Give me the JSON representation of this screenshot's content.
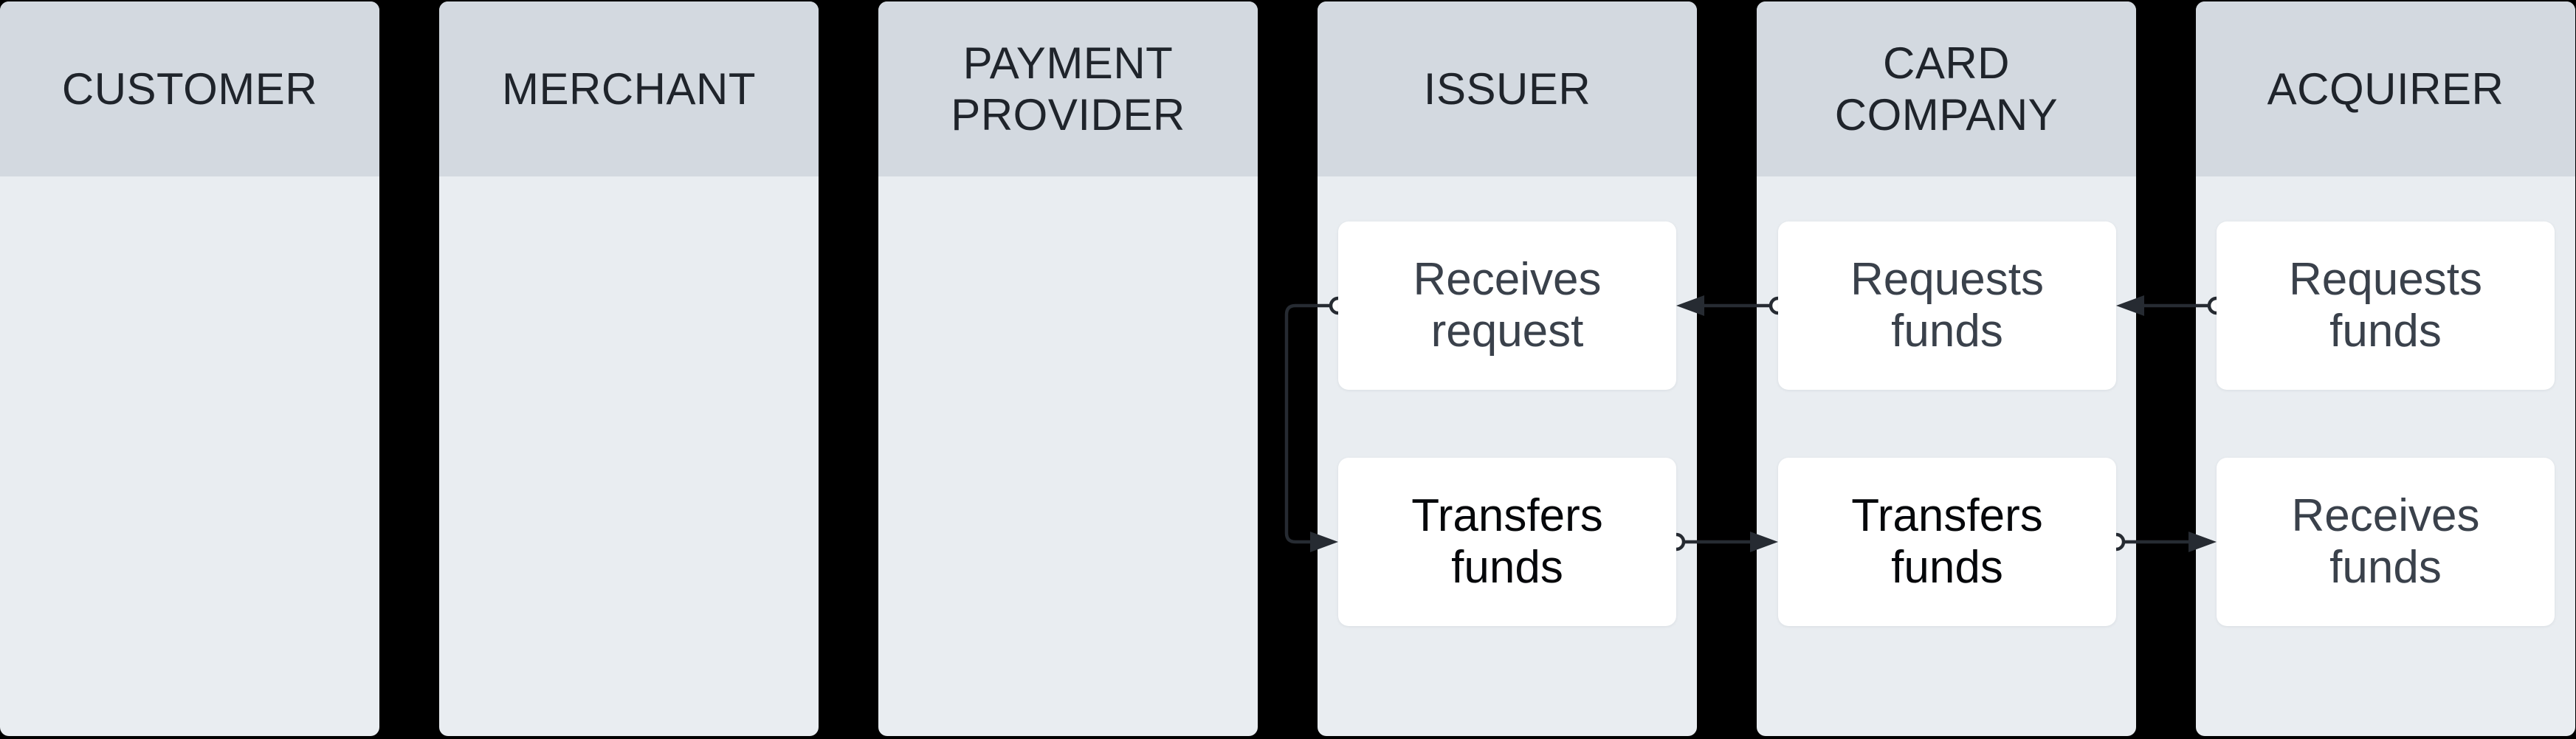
{
  "diagram": {
    "type": "swimlane-flow",
    "lanes": [
      {
        "id": "customer",
        "title": "CUSTOMER",
        "boxes": []
      },
      {
        "id": "merchant",
        "title": "MERCHANT",
        "boxes": []
      },
      {
        "id": "payment-provider",
        "title": "PAYMENT PROVIDER",
        "boxes": []
      },
      {
        "id": "issuer",
        "title": "ISSUER",
        "boxes": [
          {
            "label": "Receives request",
            "emphasized": false
          },
          {
            "label": "Transfers funds",
            "emphasized": true
          }
        ]
      },
      {
        "id": "card-company",
        "title": "CARD COMPANY",
        "boxes": [
          {
            "label": "Requests funds",
            "emphasized": false
          },
          {
            "label": "Transfers funds",
            "emphasized": true
          }
        ]
      },
      {
        "id": "acquirer",
        "title": "ACQUIRER",
        "boxes": [
          {
            "label": "Requests funds",
            "emphasized": false
          },
          {
            "label": "Receives funds",
            "emphasized": false
          }
        ]
      }
    ],
    "connections": [
      {
        "from": "issuer / Receives request",
        "to": "issuer / Transfers funds",
        "shape": "elbow-left"
      },
      {
        "from": "card-company / Requests funds",
        "to": "issuer / Receives request",
        "shape": "straight"
      },
      {
        "from": "acquirer / Requests funds",
        "to": "card-company / Requests funds",
        "shape": "straight"
      },
      {
        "from": "issuer / Transfers funds",
        "to": "card-company / Transfers funds",
        "shape": "straight"
      },
      {
        "from": "card-company / Transfers funds",
        "to": "acquirer / Receives funds",
        "shape": "straight"
      }
    ],
    "colors": {
      "canvas_bg": "#000000",
      "lane_header_bg": "#d3d9e0",
      "lane_body_bg": "#e9edf1",
      "header_text": "#1f242b",
      "box_bg": "#ffffff",
      "box_text": "#3a414b",
      "box_text_emphasized": "#05070a",
      "connector": "#262b32"
    }
  }
}
